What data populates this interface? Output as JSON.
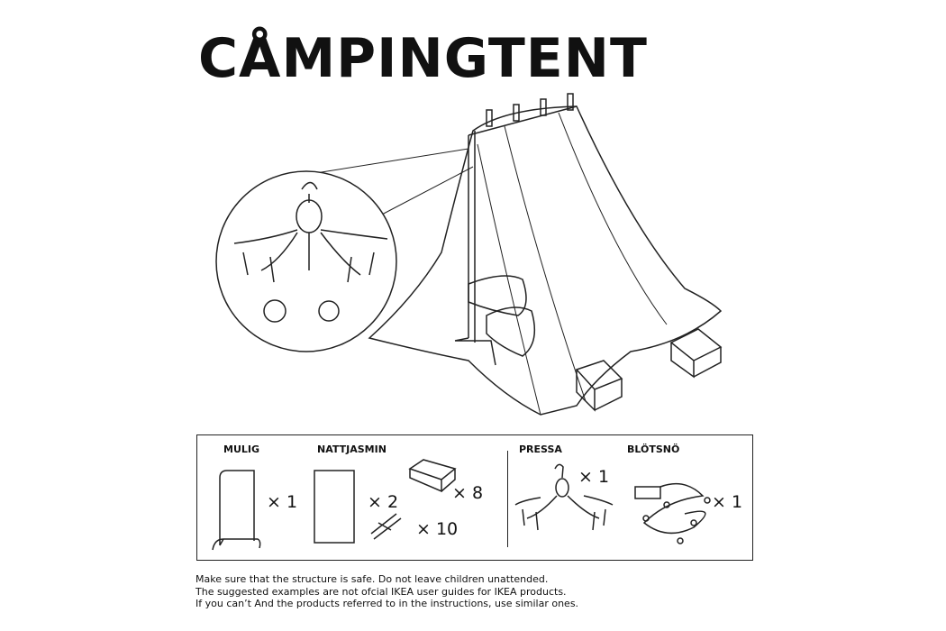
{
  "title": "CÅMPINGTENT",
  "parts": [
    {
      "name": "MULIG",
      "quantity": "× 1"
    },
    {
      "name": "NATTJASMIN",
      "quantity": "× 2"
    },
    {
      "name": "",
      "quantity": "× 8",
      "icon": "book-icon"
    },
    {
      "name": "",
      "quantity": "× 10",
      "icon": "clothespin-icon"
    },
    {
      "name": "PRESSA",
      "quantity": "× 1"
    },
    {
      "name": "BLÖTSNÖ",
      "quantity": "× 1"
    }
  ],
  "footer": [
    "Make sure that the structure is safe.  Do not leave children unattended.",
    "The suggested examples are not ofcial IKEA user guides for IKEA products.",
    "If you can’t And the products referred to in the instructions, use similar ones."
  ]
}
